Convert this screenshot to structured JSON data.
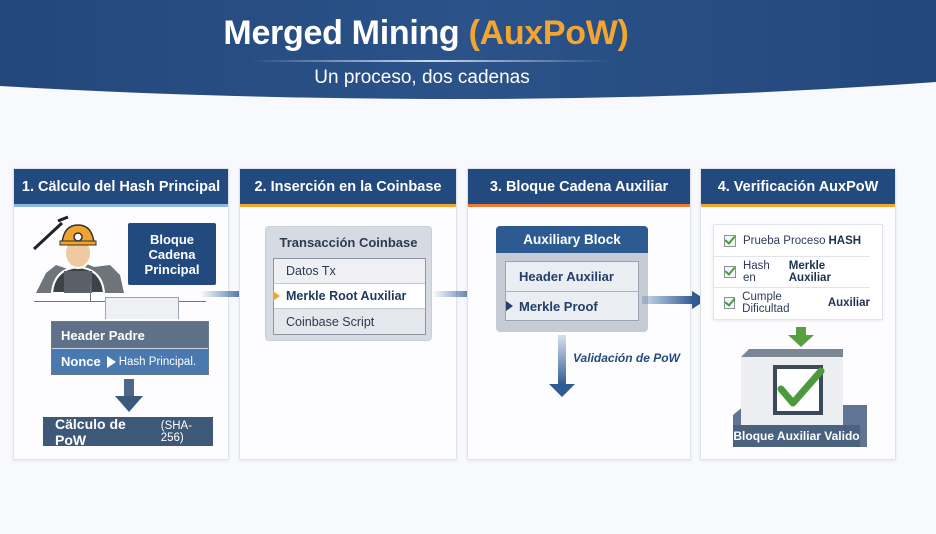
{
  "header": {
    "title_main": "Merged Mining",
    "title_accent": "(AuxPoW)",
    "subtitle": "Un proceso, dos cadenas"
  },
  "colors": {
    "primary_navy": "#234a7f",
    "accent_orange": "#f2a531",
    "check_green": "#4c9a3c",
    "slate": "#4b627e"
  },
  "panels": [
    {
      "title": "1. Cälculo del Hash Principal",
      "block_label": "Bloque Cadena Principal",
      "header_padre": "Header Padre",
      "nonce": "Nonce",
      "hash_principal": "Hash Principal.",
      "pow_main": "Cälculo de PoW",
      "pow_algo": "(SHA-256)"
    },
    {
      "title": "2. Inserción en la Coinbase",
      "card_title": "Transacción Coinbase",
      "rows": [
        "Datos Tx",
        "Merkle Root Auxiliar",
        "Coinbase Script"
      ]
    },
    {
      "title": "3. Bloque Cadena Auxiliar",
      "card_title": "Auxiliary Block",
      "rows": [
        "Header Auxiliar",
        "Merkle Proof"
      ],
      "arrow_label": "Validación de PoW"
    },
    {
      "title": "4. Verificación AuxPoW",
      "checks": [
        {
          "text": "Prueba Proceso",
          "bold": "HASH"
        },
        {
          "text": "Hash en",
          "bold": "Merkle Auxiliar"
        },
        {
          "text": "Cumple Dificultad",
          "bold": "Auxiliar"
        }
      ],
      "result_label": "Bloque Auxiliar Valido"
    }
  ]
}
